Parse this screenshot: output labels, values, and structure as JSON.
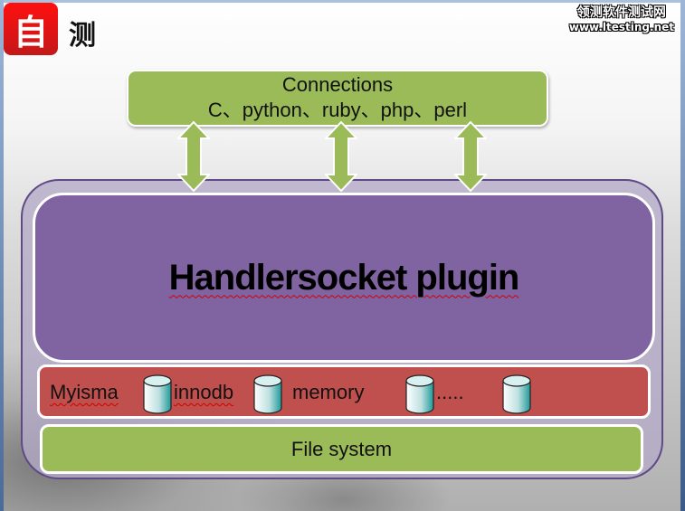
{
  "header": {
    "badge_char": "自",
    "title": "测"
  },
  "watermark": {
    "site_name": "领测软件测试网",
    "url": "www.ltesting.net"
  },
  "diagram": {
    "connections": {
      "title": "Connections",
      "languages": "C、python、ruby、php、perl"
    },
    "arrows": [
      "bidirectional",
      "bidirectional",
      "bidirectional"
    ],
    "plugin": {
      "label": "Handlersocket plugin"
    },
    "storage_engines": {
      "items": [
        {
          "label": "Myisma",
          "icon": "database-cylinder-icon"
        },
        {
          "label": "innodb",
          "icon": "database-cylinder-icon"
        },
        {
          "label": "memory",
          "icon": "database-cylinder-icon"
        },
        {
          "label": ".....",
          "icon": "database-cylinder-icon"
        }
      ]
    },
    "filesystem": {
      "label": "File system"
    },
    "colors": {
      "green": "#9bbb59",
      "purple": "#8064a2",
      "red": "#c0504d",
      "outer_border": "#5f4a86"
    }
  }
}
